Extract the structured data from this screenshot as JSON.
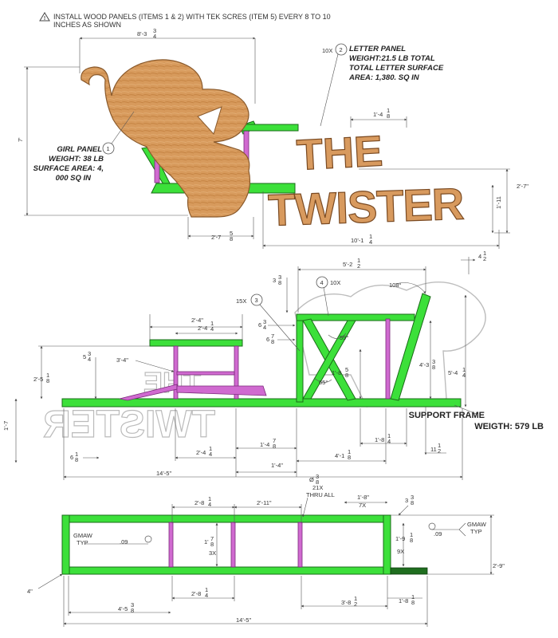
{
  "note": {
    "line1": "INSTALL WOOD PANELS (ITEMS 1 & 2) WITH TEK SCRES (ITEM 5) EVERY 8 TO 10",
    "line2": "INCHES AS SHOWN"
  },
  "sign": {
    "word1": "THE",
    "word2": "TWISTER"
  },
  "girl_panel": {
    "item": "1",
    "lines": [
      "GIRL PANEL",
      "WEIGHT: 38 LB",
      "SURFACE AREA: 4,",
      "000 SQ IN"
    ]
  },
  "letter_panel": {
    "qty": "10X",
    "item": "2",
    "lines": [
      "LETTER PANEL",
      "WEIGHT:21.5 LB TOTAL",
      "TOTAL LETTER SURFACE",
      "AREA: 1,380. SQ IN"
    ]
  },
  "support_frame": {
    "lines": [
      "SUPPORT FRAME",
      "WEIGTH: 579 LB"
    ]
  },
  "callouts": {
    "item3_qty": "15X",
    "item3": "3",
    "item4": "4",
    "item4_qty": "10X",
    "gmaw": "GMAW",
    "typ": "TYP",
    "weld_left": ".09",
    "weld_right": ".09",
    "thru_all": "THRU ALL",
    "hole_qty": "21X",
    "qty_7x": "7X",
    "qty_3x": "3X",
    "qty_9x": "9X"
  },
  "angles": {
    "a108": "108°",
    "a59": "59°",
    "a65": "65°"
  },
  "dims": {
    "top_width": "8'-3",
    "top_height": "7'",
    "girl_bottom": "2'-7",
    "total_width": "10'-1",
    "letter_h": "1'-4",
    "right_h1": "2'-7\"",
    "right_h2": "1'-11",
    "mid_top": "5'-2",
    "mid_offset": "4",
    "mid_33": "3",
    "mid_24_4": "2'-4\"",
    "mid_24_1": "2'-4",
    "mid_634": "6",
    "mid_678": "6",
    "mid_534": "5",
    "mid_34": "3'-4\"",
    "mid_25": "2'-5",
    "mid_43": "4'-3",
    "mid_54": "5'-4",
    "mid_18": "1'-8",
    "mid_17": "1'-7",
    "mid_68": "6",
    "mid_24b": "2'-4",
    "mid_14": "1'-4",
    "mid_14b": "1'-4\"",
    "mid_18b": "1'-8",
    "mid_41": "4'-1",
    "mid_11": "11",
    "mid_145": "14'-5\"",
    "bot_hole": "Ø",
    "bot_28": "2'-8",
    "bot_211": "2'-11\"",
    "bot_18": "1'-8\"",
    "bot_33": "3",
    "bot_11": "1'",
    "bot_19": "1'-9",
    "bot_29": "2'-9\"",
    "bot_4": "4\"",
    "bot_28b": "2'-8",
    "bot_45": "4'-5",
    "bot_38": "3'-8",
    "bot_18c": "1'-8",
    "bot_145": "14'-5\""
  }
}
